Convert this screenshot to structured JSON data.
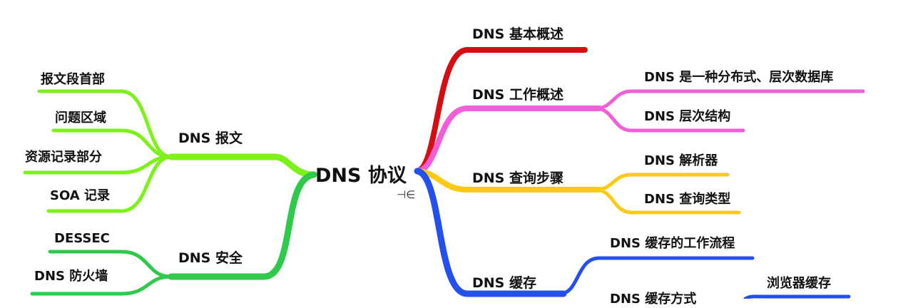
{
  "center": {
    "label": "DNS 协议",
    "collapse_glyph": "⊣∈"
  },
  "left_branches": [
    {
      "label": "DNS 报文",
      "color": "#7df21a",
      "children": [
        "报文段首部",
        "问题区域",
        "资源记录部分",
        "SOA 记录"
      ]
    },
    {
      "label": "DNS 安全",
      "color": "#2fc94b",
      "children": [
        "DESSEC",
        "DNS 防火墙"
      ]
    }
  ],
  "right_branches": [
    {
      "label": "DNS 基本概述",
      "color": "#d40d12",
      "children": []
    },
    {
      "label": "DNS 工作概述",
      "color": "#f05fd8",
      "children": [
        "DNS 是一种分布式、层次数据库",
        "DNS 层次结构"
      ]
    },
    {
      "label": "DNS 查询步骤",
      "color": "#fcc914",
      "children": [
        "DNS 解析器",
        "DNS 查询类型"
      ]
    },
    {
      "label": "DNS 缓存",
      "color": "#2550f0",
      "children": [
        "DNS 缓存的工作流程",
        "DNS 缓存方式"
      ],
      "grandchildren": [
        "浏览器缓存"
      ]
    }
  ]
}
